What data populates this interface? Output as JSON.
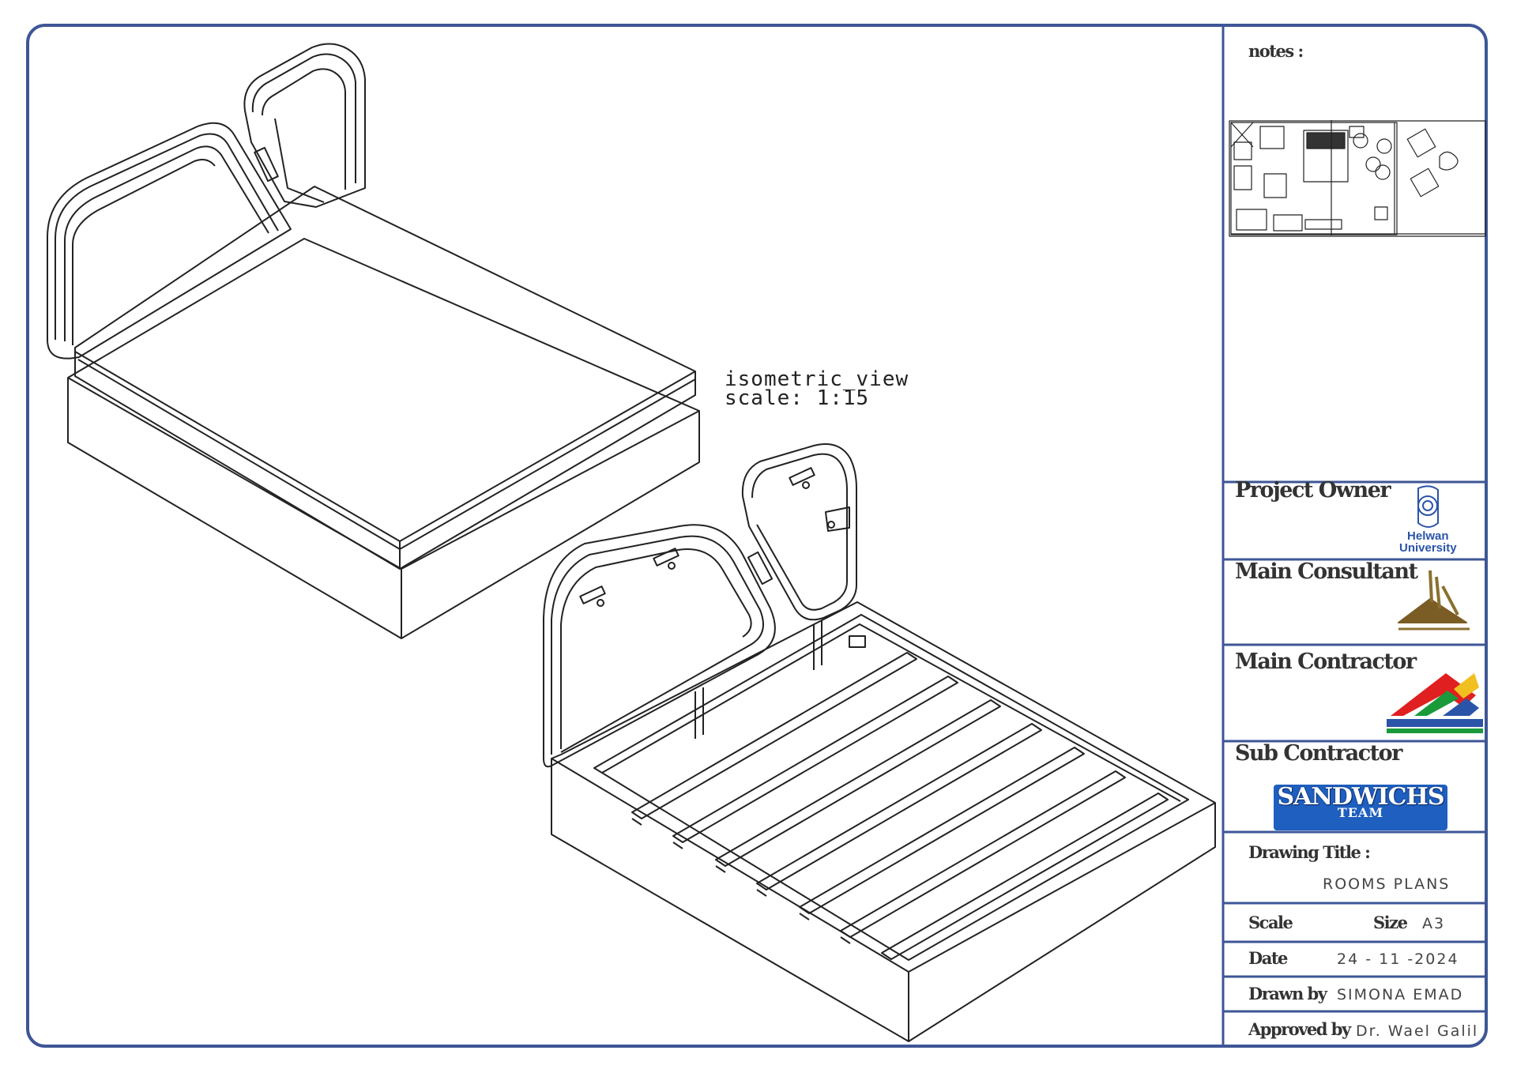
{
  "drawing": {
    "view_name": "isometric_view",
    "view_scale": "scale: 1:15"
  },
  "title_block": {
    "notes_label": "notes :",
    "project_owner_label": "Project Owner",
    "project_owner_logo_text": [
      "Helwan",
      "University"
    ],
    "main_consultant_label": "Main Consultant",
    "main_contractor_label": "Main Contractor",
    "sub_contractor_label": "Sub Contractor",
    "sub_contractor_logo": [
      "SANDWICHS",
      "TEAM"
    ],
    "drawing_title_label": "Drawing Title :",
    "drawing_title_value": "ROOMS PLANS",
    "scale_label": "Scale",
    "size_label": "Size",
    "size_value": "A3",
    "date_label": "Date",
    "date_value": "24 - 11 -2024",
    "drawn_by_label": "Drawn by",
    "drawn_by_value": "SIMONA EMAD",
    "approved_by_label": "Approved by",
    "approved_by_value": "Dr. Wael Galil"
  },
  "colors": {
    "frame": "#3e5696",
    "sandwichs_bg": "#1f5fbf",
    "helwan_blue": "#2a54a8",
    "consultant_gold": "#8a7030"
  }
}
